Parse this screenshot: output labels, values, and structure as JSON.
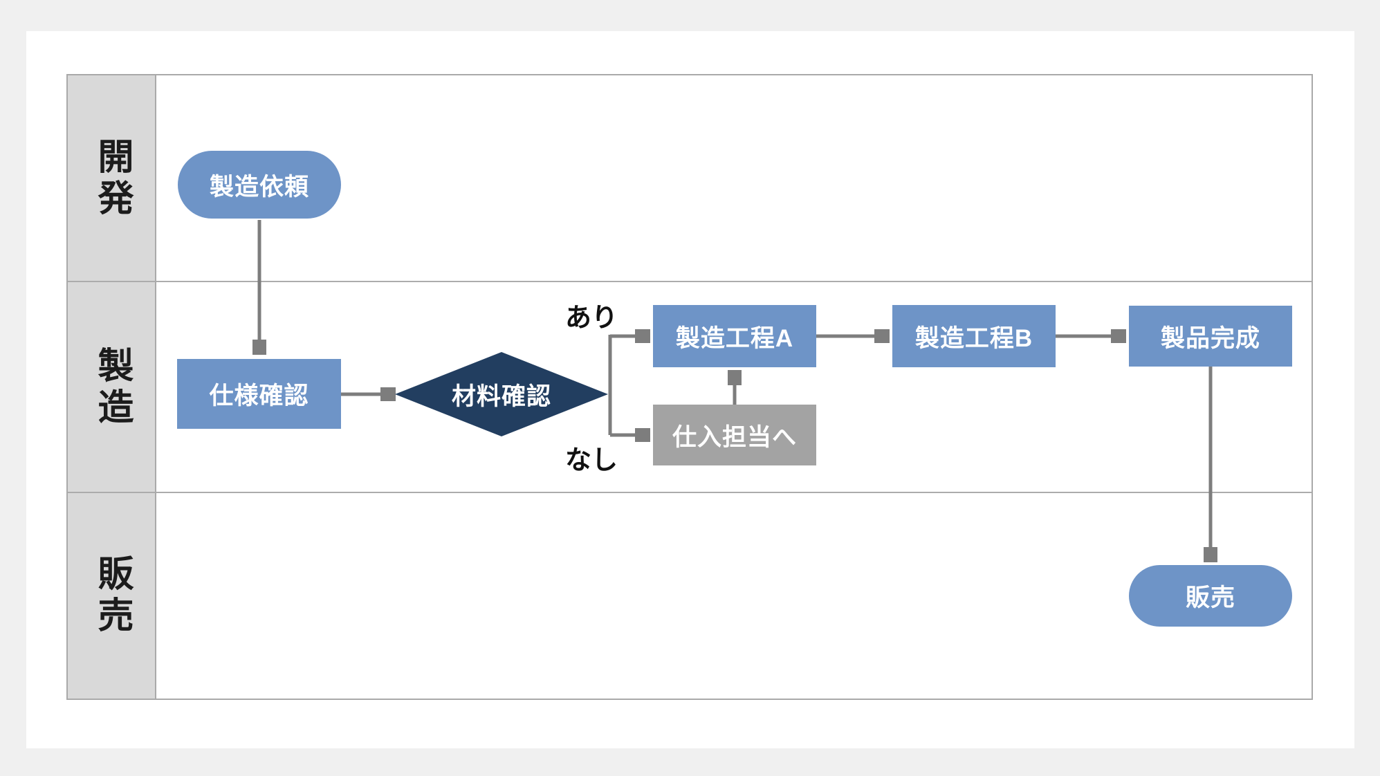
{
  "diagram": {
    "type": "swimlane-flowchart",
    "lanes": [
      {
        "id": "development",
        "label": "開発"
      },
      {
        "id": "manufacturing",
        "label": "製造"
      },
      {
        "id": "sales",
        "label": "販売"
      }
    ],
    "nodes": [
      {
        "id": "manufacturing-request",
        "label": "製造依頼",
        "shape": "terminator",
        "lane": "development",
        "color": "#6e94c7"
      },
      {
        "id": "spec-check",
        "label": "仕様確認",
        "shape": "process",
        "lane": "manufacturing",
        "color": "#6e94c7"
      },
      {
        "id": "material-check",
        "label": "材料確認",
        "shape": "decision",
        "lane": "manufacturing",
        "color": "#223e60"
      },
      {
        "id": "process-a",
        "label": "製造工程A",
        "shape": "process",
        "lane": "manufacturing",
        "color": "#6e94c7"
      },
      {
        "id": "to-purchasing",
        "label": "仕入担当へ",
        "shape": "process",
        "lane": "manufacturing",
        "color": "#a3a3a3"
      },
      {
        "id": "process-b",
        "label": "製造工程B",
        "shape": "process",
        "lane": "manufacturing",
        "color": "#6e94c7"
      },
      {
        "id": "product-complete",
        "label": "製品完成",
        "shape": "process",
        "lane": "manufacturing",
        "color": "#6e94c7"
      },
      {
        "id": "sale",
        "label": "販売",
        "shape": "terminator",
        "lane": "sales",
        "color": "#6e94c7"
      }
    ],
    "edges": [
      {
        "from": "manufacturing-request",
        "to": "spec-check",
        "label": ""
      },
      {
        "from": "spec-check",
        "to": "material-check",
        "label": ""
      },
      {
        "from": "material-check",
        "to": "process-a",
        "label": "あり"
      },
      {
        "from": "material-check",
        "to": "to-purchasing",
        "label": "なし"
      },
      {
        "from": "to-purchasing",
        "to": "process-a",
        "label": ""
      },
      {
        "from": "process-a",
        "to": "process-b",
        "label": ""
      },
      {
        "from": "process-b",
        "to": "product-complete",
        "label": ""
      },
      {
        "from": "product-complete",
        "to": "sale",
        "label": ""
      }
    ],
    "colors": {
      "page_bg": "#f0f0f0",
      "card_bg": "#ffffff",
      "lane_header_bg": "#d9d9d9",
      "lane_border": "#a9a9a9",
      "node_blue": "#6e94c7",
      "node_navy": "#223e60",
      "node_gray": "#a3a3a3",
      "connector": "#7d7d7d",
      "node_text": "#ffffff",
      "lane_label_text": "#1c1c1c",
      "edge_label_text": "#111111"
    }
  }
}
